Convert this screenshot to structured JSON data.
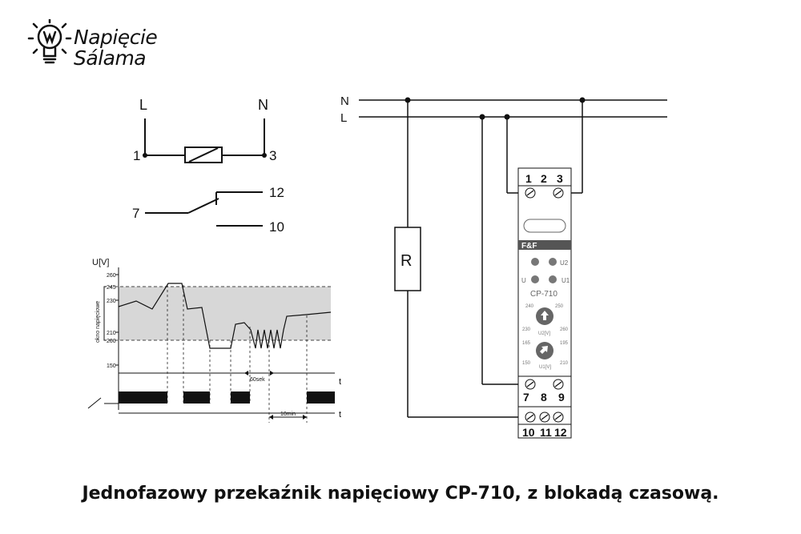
{
  "logo": {
    "line1": "Napięcie",
    "line2": "Sálama"
  },
  "schematic": {
    "label_L": "L",
    "label_N": "N",
    "term_1": "1",
    "term_3": "3",
    "term_7": "7",
    "term_12": "12",
    "term_10": "10"
  },
  "timing": {
    "y_axis_label": "U[V]",
    "window_label": "okno napięciowe",
    "ticks": [
      "260",
      "245",
      "230",
      "210",
      "200",
      "150"
    ],
    "t_label": "t",
    "t_label_2": "t",
    "delay_60": "60sek",
    "delay_10": "10min"
  },
  "wiring": {
    "bus_N": "N",
    "bus_L": "L",
    "load_label": "R",
    "top_terms": [
      "1",
      "2",
      "3"
    ],
    "mid_terms": [
      "7",
      "8",
      "9"
    ],
    "bot_terms": [
      "10",
      "11",
      "12"
    ],
    "brand": "F&F",
    "model": "CP-710",
    "led_labels": [
      "U2",
      "U",
      "U1"
    ],
    "knob1": {
      "min": "230",
      "a": "240",
      "b": "250",
      "max": "260",
      "unit": "U2[V]"
    },
    "knob2": {
      "min": "150",
      "a": "165",
      "b": "195",
      "max": "210",
      "unit": "U1[V]"
    }
  },
  "caption": "Jednofazowy przekaźnik napięciowy CP-710, z blokadą czasową."
}
